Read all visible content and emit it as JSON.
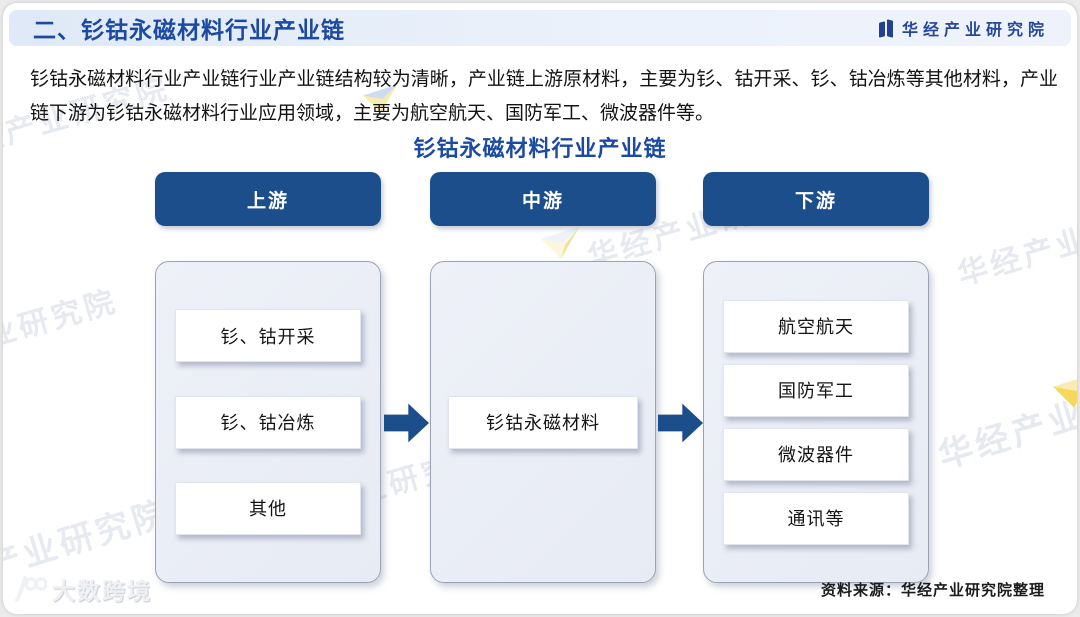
{
  "header": {
    "title": "二、钐钴永磁材料行业产业链",
    "logo_text": "华经产业研究院"
  },
  "intro": {
    "text": "钐钴永磁材料行业产业链行业产业链结构较为清晰，产业链上游原材料，主要为钐、钴开采、钐、钴冶炼等其他材料，产业链下游为钐钴永磁材料行业应用领域，主要为航空航天、国防军工、微波器件等。"
  },
  "diagram": {
    "title": "钐钴永磁材料行业产业链",
    "columns": [
      {
        "header": "上游",
        "items": [
          "钐、钴开采",
          "钐、钴冶炼",
          "其他"
        ]
      },
      {
        "header": "中游",
        "items": [
          "钐钴永磁材料"
        ]
      },
      {
        "header": "下游",
        "items": [
          "航空航天",
          "国防军工",
          "微波器件",
          "通讯等"
        ]
      }
    ],
    "colors": {
      "column_header_bg": "#1d4e8c",
      "panel_bg": "#e9edf5",
      "arrow": "#1d4e8c",
      "title_blue": "#1c4aa3"
    }
  },
  "footer": {
    "source": "资料来源：华经产业研究院整理",
    "brand_watermark": "大数跨境"
  },
  "watermark": {
    "text": "华经产业研究院"
  }
}
